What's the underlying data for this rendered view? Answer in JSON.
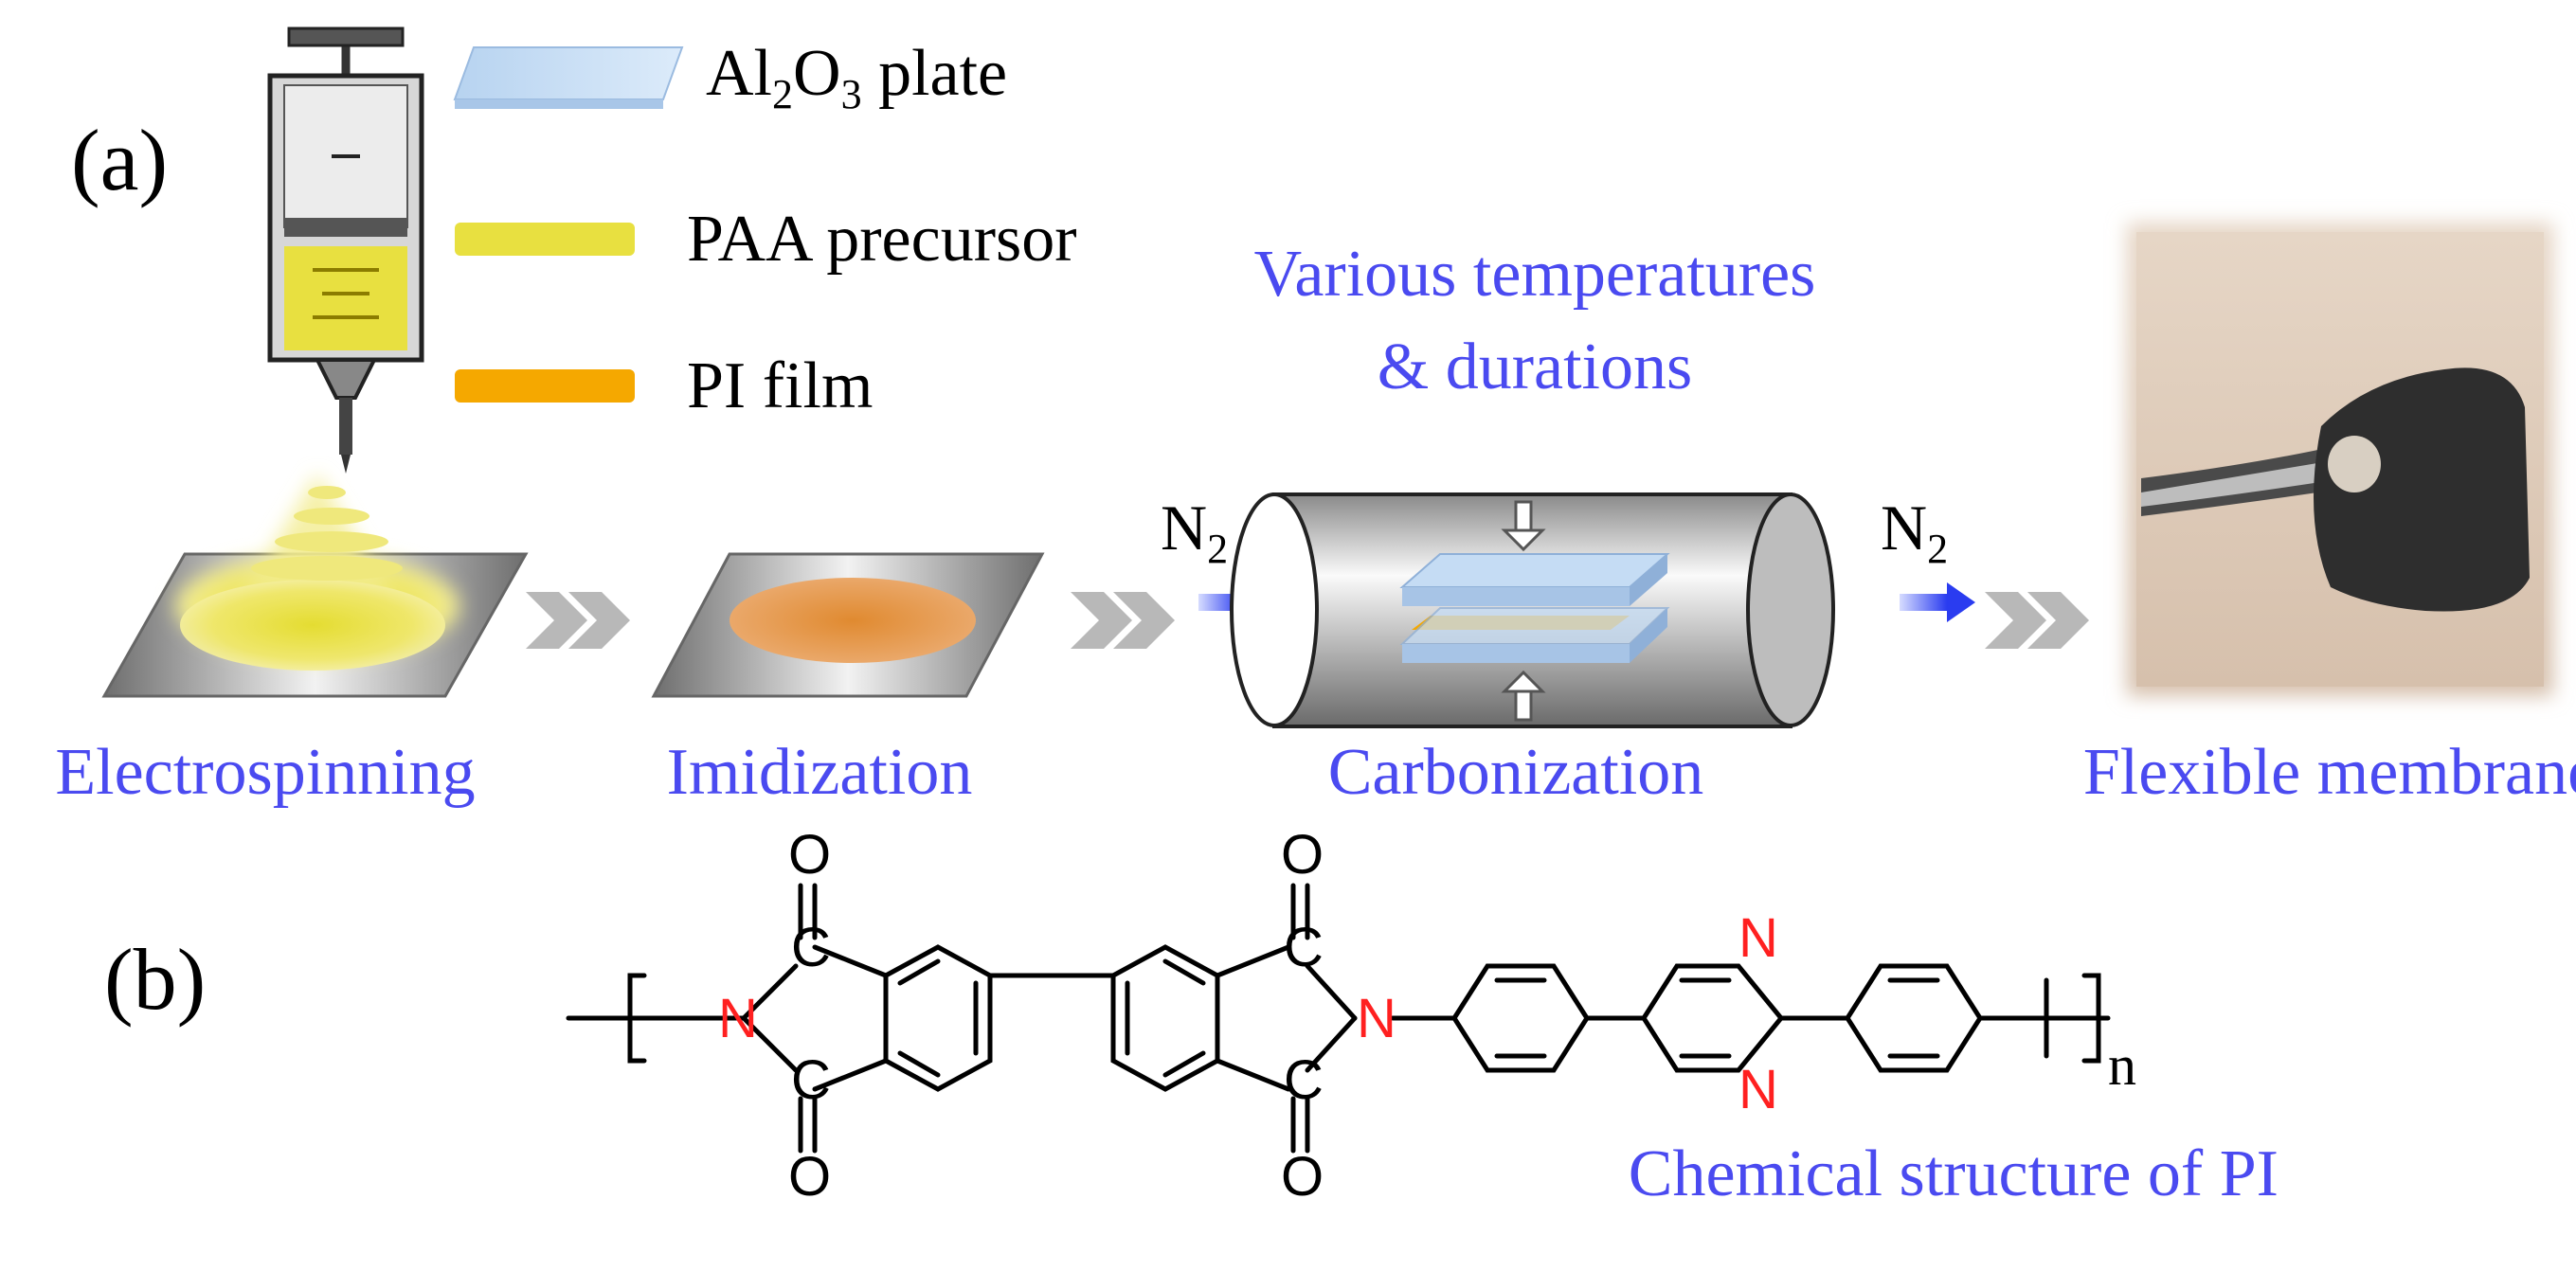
{
  "panels": {
    "a_label": "(a)",
    "b_label": "(b)"
  },
  "legend": {
    "al2o3_prefix": "Al",
    "al2o3_sub1": "2",
    "al2o3_mid": "O",
    "al2o3_sub2": "3",
    "al2o3_suffix": " plate",
    "paa": "PAA precursor",
    "pi_film": "PI film"
  },
  "steps": {
    "electrospinning": "Electrospinning",
    "imidization": "Imidization",
    "carbonization": "Carbonization",
    "flexible": "Flexible membrane"
  },
  "conditions": {
    "line1": "Various temperatures",
    "line2": "& durations"
  },
  "gas": {
    "symbol": "N",
    "sub": "2"
  },
  "structure": {
    "caption": "Chemical structure of PI",
    "repeat_subscript": "n",
    "carbon": "C",
    "oxygen": "O",
    "nitrogen": "N"
  },
  "colors": {
    "step_text": "#4a4af0",
    "nitrogen": "#ff2020",
    "paa_yellow": "#e8e040",
    "pi_orange": "#f5a800",
    "al2o3_blue": "#bcd8f2"
  }
}
